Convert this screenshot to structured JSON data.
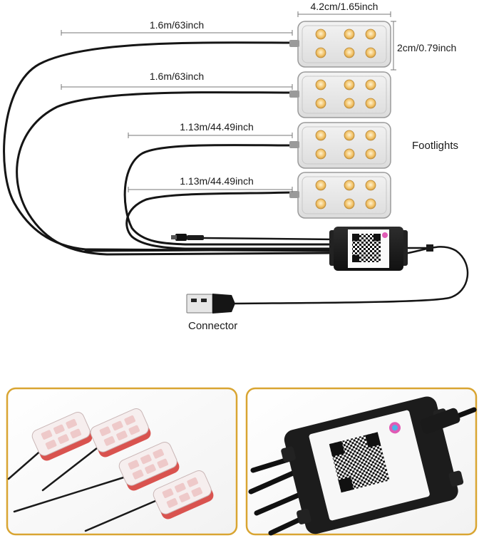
{
  "dimensions": {
    "width_label": "4.2cm/1.65inch",
    "height_label": "2cm/0.79inch"
  },
  "cables": [
    {
      "length_label": "1.6m/63inch"
    },
    {
      "length_label": "1.6m/63inch"
    },
    {
      "length_label": "1.13m/44.49inch"
    },
    {
      "length_label": "1.13m/44.49inch"
    }
  ],
  "footlights_label": "Footlights",
  "connector_label": "Connector",
  "panel_border_color": "#d9a532",
  "led_color": "#f2c36a"
}
